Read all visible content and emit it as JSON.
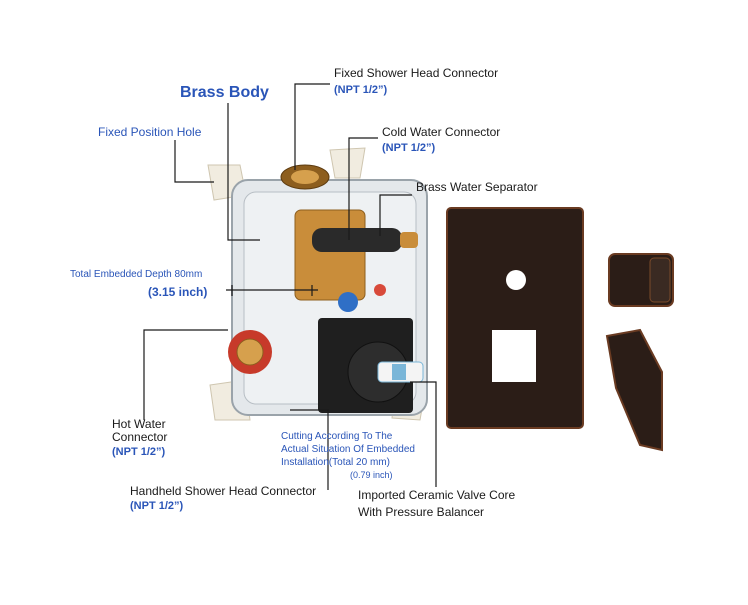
{
  "labels": {
    "brass_body": "Brass Body",
    "fixed_position_hole": "Fixed Position Hole",
    "fixed_shower_head": "Fixed Shower Head Connector",
    "fixed_shower_head_npt": "(NPT 1/2”)",
    "cold_water": "Cold Water Connector",
    "cold_water_npt": "(NPT 1/2”)",
    "brass_separator": "Brass Water Separator",
    "embedded_depth": "Total Embedded Depth 80mm",
    "embedded_depth_inch": "(3.15 inch)",
    "hot_water_1": "Hot Water",
    "hot_water_2": "Connector",
    "hot_water_npt": "(NPT 1/2”)",
    "cutting_1": "Cutting According To The",
    "cutting_2": "Actual Situation Of Embedded",
    "cutting_3": "Installation(Total 20 mm)",
    "cutting_4": "(0.79 inch)",
    "handheld": "Handheld Shower Head Connector",
    "handheld_npt": "(NPT 1/2”)",
    "valve_core_1": "Imported Ceramic Valve Core",
    "valve_core_2": "With Pressure Balancer"
  },
  "colors": {
    "label_blue": "#2a55b8",
    "trim_bronze": "#2b1d17",
    "brass": "#c98d3a",
    "housing": "#dfe3e6"
  }
}
